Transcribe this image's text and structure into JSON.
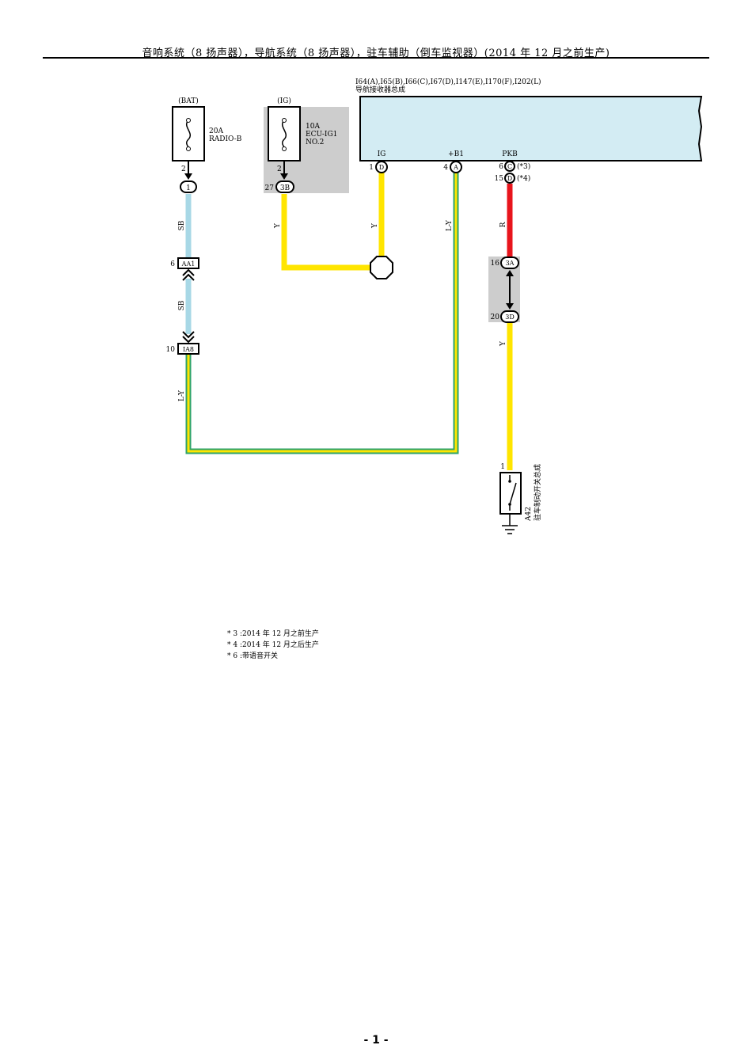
{
  "header": {
    "title": "音响系统（8 扬声器），导航系统（8 扬声器），驻车辅助（倒车监视器）(2014 年 12 月之前生产)"
  },
  "colors": {
    "yellow": "#ffe500",
    "light_blue": "#a8d8e6",
    "red": "#e8141c",
    "green": "#2ea36a",
    "receiver_fill": "#d3ecf3",
    "shade": "#cdcdcd"
  },
  "fuses": [
    {
      "source": "(BAT)",
      "rating": "20A",
      "name": "RADIO-B",
      "pin": "2",
      "connector": "1",
      "connector_pin": ""
    },
    {
      "source": "(IG)",
      "rating": "10A",
      "name_line1": "ECU-IG1",
      "name_line2": "NO.2",
      "pin": "2",
      "connector": "3B",
      "connector_pin": "27"
    }
  ],
  "receiver": {
    "connectors": "I64(A),I65(B),I66(C),I67(D),I147(E),I170(F),I202(L)",
    "name": "导航接收器总成",
    "terminals": [
      {
        "label": "IG",
        "pin": "1",
        "connector": "D"
      },
      {
        "label": "+B1",
        "pin": "4",
        "connector": "A"
      },
      {
        "label": "PKB",
        "pin": "6",
        "connector": "C",
        "note": "(*3)",
        "pin_alt": "15",
        "connector_alt": "D",
        "note_alt": "(*4)"
      }
    ]
  },
  "wires": {
    "sb": "SB",
    "y": "Y",
    "ly": "L-Y",
    "r": "R"
  },
  "junctions": [
    {
      "pin": "6",
      "name": "AA1"
    },
    {
      "pin": "10",
      "name": "IA8"
    },
    {
      "pin": "16",
      "name": "3A"
    },
    {
      "pin": "20",
      "name": "3D"
    }
  ],
  "switch": {
    "pin": "1",
    "code": "A42",
    "name": "驻车制动开关总成"
  },
  "notes": [
    "* 3 :2014 年 12 月之前生产",
    "* 4 :2014 年 12 月之后生产",
    "* 6 :带语音开关"
  ],
  "page_number": "- 1 -"
}
